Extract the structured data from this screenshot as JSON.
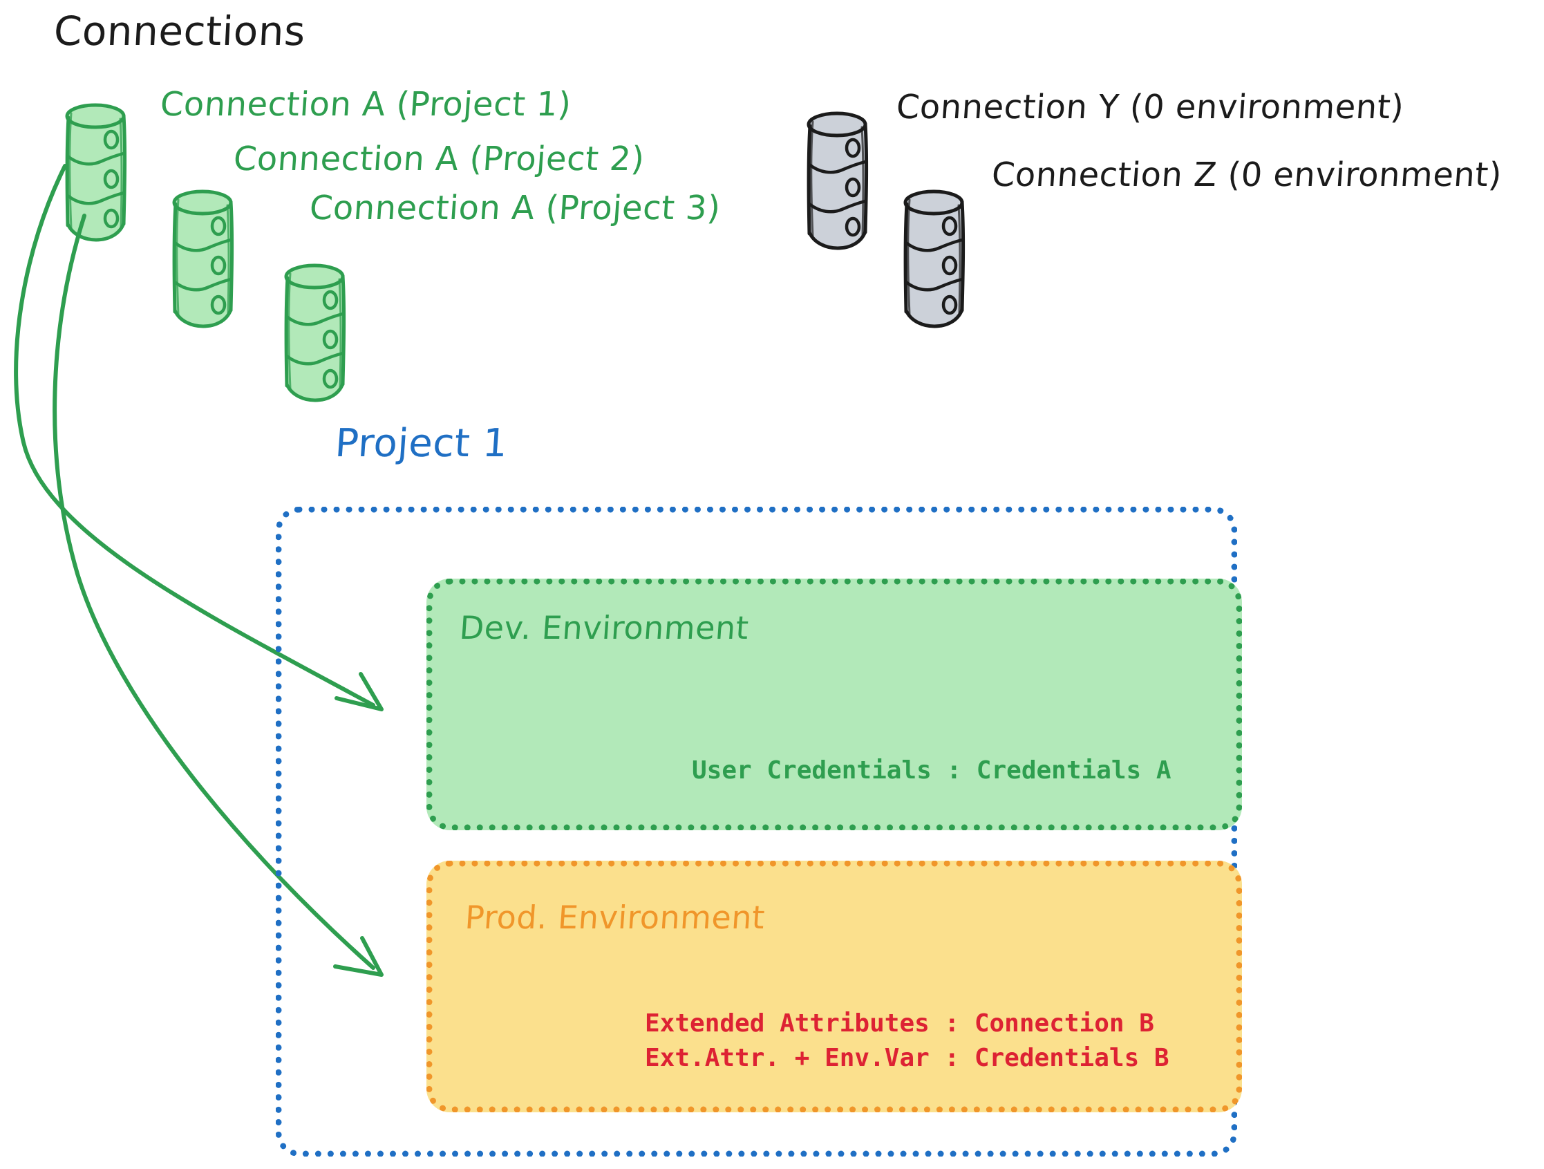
{
  "heading": {
    "text": "Connections"
  },
  "connections": {
    "green": [
      {
        "label": "Connection A (Project 1)",
        "icon": "database-cylinder-icon",
        "color": "#2e9e4f"
      },
      {
        "label": "Connection A (Project 2)",
        "icon": "database-cylinder-icon",
        "color": "#2e9e4f"
      },
      {
        "label": "Connection A (Project 3)",
        "icon": "database-cylinder-icon",
        "color": "#2e9e4f"
      }
    ],
    "gray": [
      {
        "label": "Connection Y (0 environment)",
        "icon": "database-cylinder-icon",
        "color": "#1b1b1b"
      },
      {
        "label": "Connection Z (0 environment)",
        "icon": "database-cylinder-icon",
        "color": "#1b1b1b"
      }
    ]
  },
  "project": {
    "title": "Project 1",
    "color": "#1f6fc4",
    "environments": [
      {
        "title": "Dev. Environment",
        "color": "#2e9e4f",
        "fill": "#b2e9b9",
        "lines": [
          "User Credentials : Credentials A"
        ],
        "line_color": "#2e9e4f"
      },
      {
        "title": "Prod. Environment",
        "color": "#f0962a",
        "fill": "#fbe08d",
        "lines": [
          "Extended Attributes : Connection B",
          "Ext.Attr. + Env.Var : Credentials B"
        ],
        "line_color": "#dd2233"
      }
    ]
  },
  "arrows": [
    {
      "name": "arrow-connection-a-to-dev",
      "from": "Connection A (Project 1)",
      "to": "Dev. Environment",
      "color": "#2e9e4f"
    },
    {
      "name": "arrow-connection-a-to-prod",
      "from": "Connection A (Project 1)",
      "to": "Prod. Environment",
      "color": "#2e9e4f"
    }
  ],
  "palette": {
    "green": "#2e9e4f",
    "green_fill": "#b2e9b9",
    "blue": "#1f6fc4",
    "orange": "#f0962a",
    "orange_fill": "#fbe08d",
    "red": "#dd2233",
    "gray_fill": "#ccd1d9",
    "black": "#1b1b1b"
  }
}
